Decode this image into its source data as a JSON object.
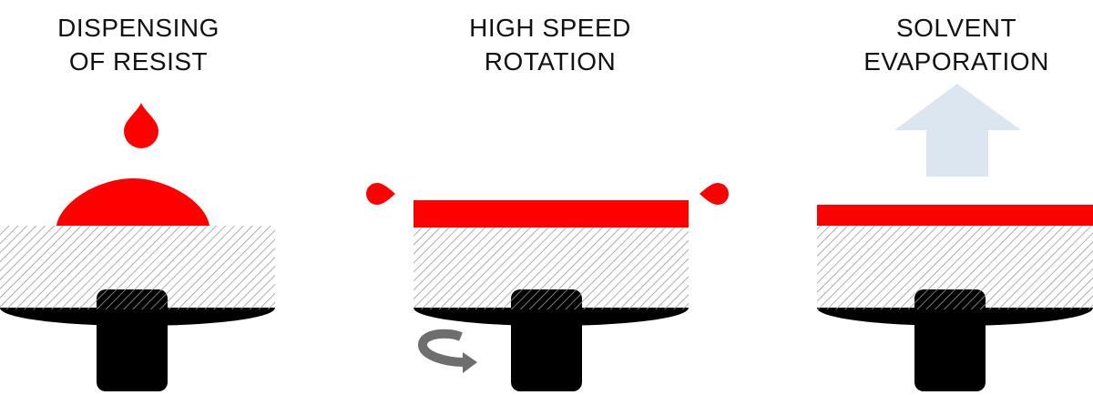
{
  "stages": [
    {
      "line1": "DISPENSING",
      "line2": "OF RESIST"
    },
    {
      "line1": "HIGH SPEED",
      "line2": "ROTATION"
    },
    {
      "line1": "SOLVENT",
      "line2": "EVAPORATION"
    }
  ],
  "colors": {
    "resist": "#ff0000",
    "chuck": "#000000",
    "substrate_hatch": "#9a9a9a",
    "evaporation_arrow": "#dce6f1",
    "rotation_arrow": "#6e6e6e"
  },
  "icons": {
    "rotation": "curved-rotation-arrow",
    "evaporation": "upward-block-arrow"
  }
}
